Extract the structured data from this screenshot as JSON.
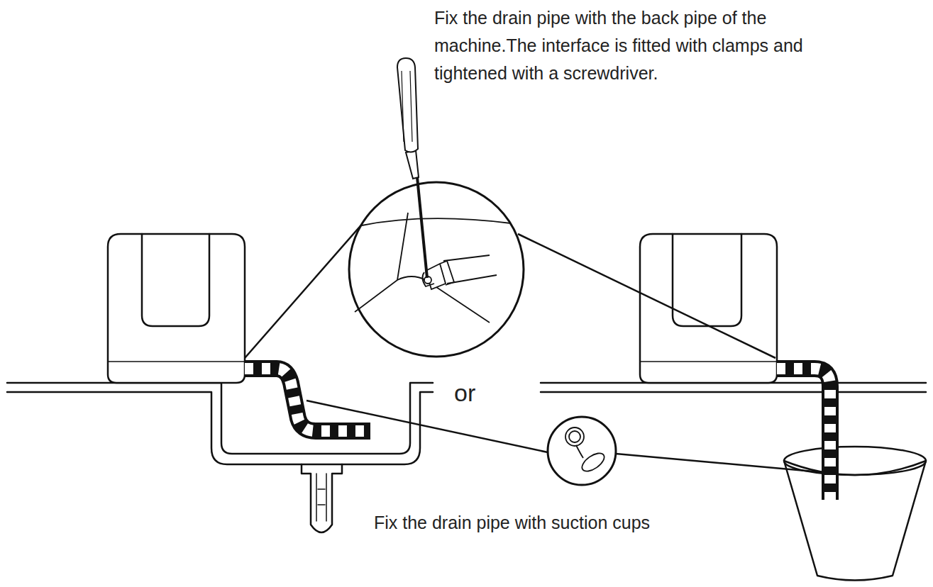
{
  "diagram": {
    "labels": [
      "Fix the drain pipe with the back pipe of the machine.The interface is fitted with clamps and tightened with a screwdriver.",
      "or",
      "Fix the drain pipe with suction cups"
    ]
  }
}
